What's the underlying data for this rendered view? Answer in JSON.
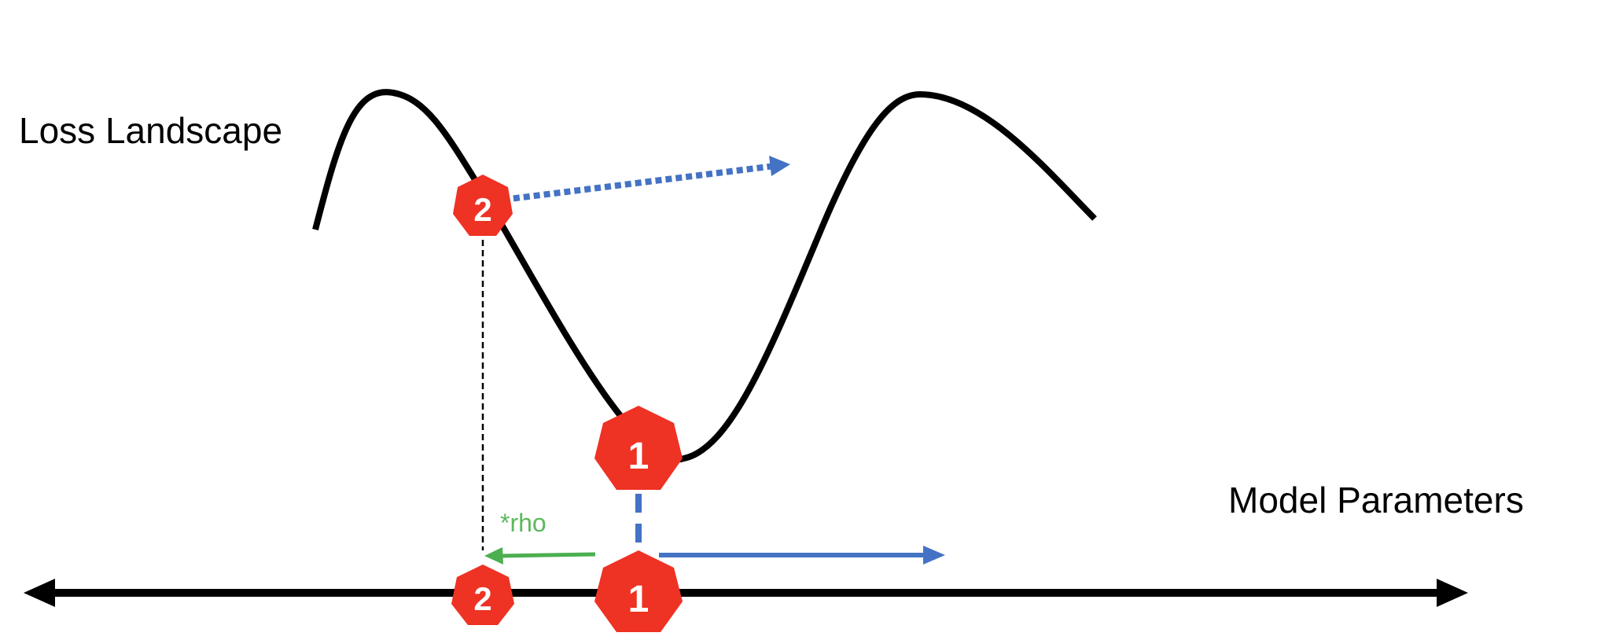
{
  "labels": {
    "loss_landscape": "Loss Landscape",
    "model_parameters": "Model Parameters",
    "rho": "*rho"
  },
  "markers": {
    "point_1": "1",
    "point_2": "2"
  },
  "colors": {
    "curve": "#000000",
    "marker": "#EE3224",
    "arrow_blue": "#4472C4",
    "arrow_green": "#4CAF50",
    "rho_text": "#5CB85C",
    "marker_text": "#FFFFFF"
  },
  "icons": {
    "marker_shape": "heptagon",
    "axis_ends": "double-arrowhead"
  }
}
